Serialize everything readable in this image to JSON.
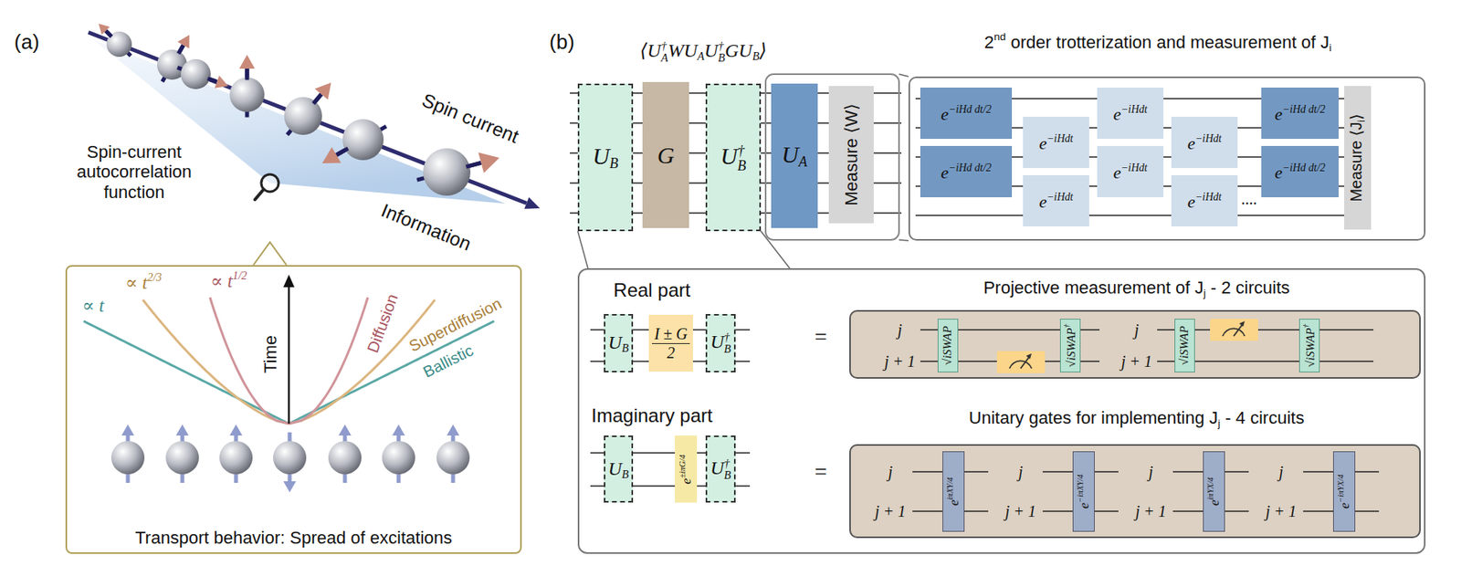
{
  "diagram": {
    "nodes": [
      {
        "text": [
          "Transport behavior: Spread of excitations"
        ]
      },
      {
        "text": [
          "U",
          "B"
        ]
      },
      {
        "text": [
          "G"
        ]
      },
      {
        "text": [
          "U",
          "†",
          "B"
        ]
      },
      {
        "text": [
          "U",
          "A"
        ]
      },
      {
        "text": [
          "Measure ⟨W⟩"
        ]
      },
      {
        "text": [
          "2",
          "nd",
          "order trotterization and measurement of J",
          "i"
        ]
      },
      {
        "text": [
          "e",
          "−iHd dt/2"
        ],
        "in": 6
      },
      {
        "text": [
          "e",
          "−iHd dt/2"
        ],
        "in": 6
      },
      {
        "text": [
          "e",
          "−iHdt"
        ],
        "in": 6
      },
      {
        "text": [
          "e",
          "−iHdt"
        ],
        "in": 6
      },
      {
        "text": [
          "e",
          "−iHdt"
        ],
        "in": 6
      },
      {
        "text": [
          "e",
          "−iHdt"
        ],
        "in": 6
      },
      {
        "text": [
          "e",
          "−iHdt"
        ],
        "in": 6
      },
      {
        "text": [
          "e",
          "−iHdt"
        ],
        "in": 6
      },
      {
        "text": [
          "e",
          "−iHd dt/2"
        ],
        "in": 6
      },
      {
        "text": [
          "e",
          "−iHd dt/2"
        ],
        "in": 6
      },
      {
        "text": [
          "Measure ⟨J",
          "i",
          "⟩"
        ],
        "in": 6
      },
      {
        "text": [
          "Real part",
          "Imaginary part"
        ]
      },
      {
        "text": [
          "U",
          "B"
        ],
        "in": 18
      },
      {
        "text": [
          "I ± G",
          "2"
        ],
        "in": 18
      },
      {
        "text": [
          "U",
          "†",
          "B"
        ],
        "in": 18
      },
      {
        "text": [
          "Projective measurement of J",
          "j",
          "- 2 circuits"
        ],
        "in": 18
      },
      {
        "text": [
          "√iSWAP"
        ],
        "in": 22
      },
      {
        "text": [
          "√iSWAP",
          "†"
        ],
        "in": 22
      },
      {
        "text": [
          "√iSWAP"
        ],
        "in": 22
      },
      {
        "text": [
          "√iSWAP",
          "†"
        ],
        "in": 22
      },
      {
        "text": [
          "U",
          "B"
        ],
        "in": 18
      },
      {
        "text": [
          "e",
          "±iπG/4"
        ],
        "in": 18
      },
      {
        "text": [
          "U",
          "†",
          "B"
        ],
        "in": 18
      },
      {
        "text": [
          "Unitary gates for implementing J",
          "j",
          "- 4 circuits"
        ],
        "in": 18
      },
      {
        "text": [
          "e",
          "iπXY/4"
        ],
        "in": 30
      },
      {
        "text": [
          "e",
          "−iπXY/4"
        ],
        "in": 30
      },
      {
        "text": [
          "e",
          "iπYX/4"
        ],
        "in": 30
      },
      {
        "text": [
          "e",
          "−iπYX/4"
        ],
        "in": 30
      }
    ],
    "edges": [
      {
        "from": 1,
        "to": 18,
        "arrow": "none"
      },
      {
        "from": 3,
        "to": 18,
        "arrow": "none"
      }
    ],
    "labels": [
      "(a)",
      "Spin current",
      "Spin-current autocorrelation function",
      "Information",
      "∝ t",
      "∝ t",
      "2/3",
      "∝ t",
      "1/2",
      "Time",
      "Diffusion",
      "Superdiffusion",
      "Ballistic",
      "(b)",
      "⟨U",
      "†",
      "A",
      "WU",
      "A",
      "U",
      "†",
      "B",
      "GU",
      "B",
      "⟩",
      "....",
      "=",
      "=",
      "j",
      "j + 1",
      "j",
      "j + 1",
      "j",
      "j + 1",
      "j",
      "j + 1",
      "j",
      "j + 1",
      "j",
      "j + 1"
    ]
  }
}
